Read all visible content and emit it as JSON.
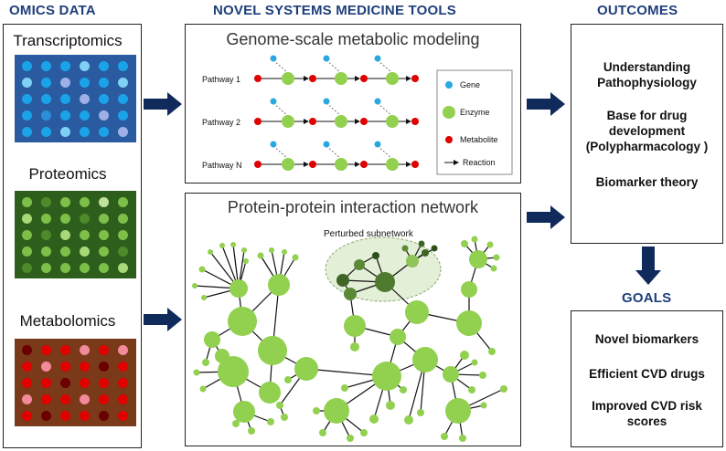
{
  "headers": {
    "omics": "OMICS DATA",
    "tools": "NOVEL SYSTEMS MEDICINE TOOLS",
    "outcomes": "OUTCOMES",
    "goals": "GOALS"
  },
  "omics": {
    "transcriptomics": "Transcriptomics",
    "proteomics": "Proteomics",
    "metabolomics": "Metabolomics"
  },
  "metabolic": {
    "title": "Genome-scale metabolic modeling",
    "pathways": [
      "Pathway 1",
      "Pathway 2",
      "Pathway N"
    ],
    "legend": {
      "gene": "Gene",
      "enzyme": "Enzyme",
      "metabolite": "Metabolite",
      "reaction": "Reaction"
    }
  },
  "ppi": {
    "title": "Protein-protein interaction network",
    "subnetwork_label": "Perturbed subnetwork"
  },
  "outcomes": {
    "item1": "Understanding Pathophysiology",
    "item2": "Base for drug development (Polypharmacology )",
    "item3": "Biomarker theory"
  },
  "goals": {
    "item1": "Novel biomarkers",
    "item2": "Efficient CVD drugs",
    "item3": "Improved CVD risk scores"
  },
  "colors": {
    "header_blue": "#1f3f7a",
    "arrow_navy": "#102a5c",
    "node_green": "#92d050",
    "gene_blue": "#29a8e0",
    "metabolite_red": "#e00000"
  }
}
